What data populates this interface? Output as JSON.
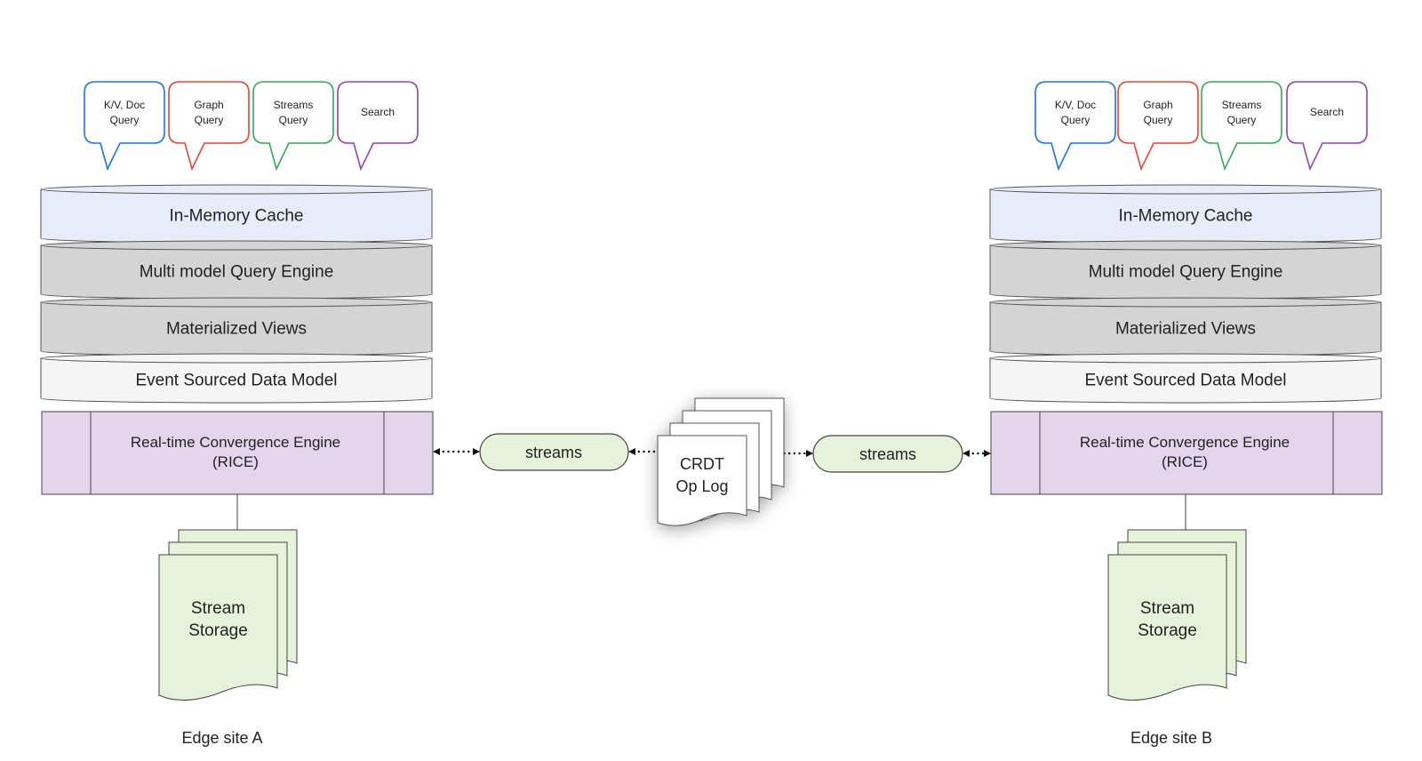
{
  "diagram": {
    "query_bubbles": [
      {
        "lines": [
          "K/V, Doc",
          "Query"
        ],
        "color": "#1a73e8"
      },
      {
        "lines": [
          "Graph",
          "Query"
        ],
        "color": "#ea4335"
      },
      {
        "lines": [
          "Streams",
          "Query"
        ],
        "color": "#34a853"
      },
      {
        "lines": [
          "Search"
        ],
        "color": "#8e44ad"
      }
    ],
    "layers": [
      {
        "label": "In-Memory Cache",
        "fill": "#e8ecf8"
      },
      {
        "label": "Multi model Query Engine",
        "fill": "#d4d4d4"
      },
      {
        "label": "Materialized Views",
        "fill": "#d4d4d4"
      },
      {
        "label": "Event Sourced Data Model",
        "fill": "#f5f5f5"
      }
    ],
    "engine": {
      "lines": [
        "Real-time Convergence Engine",
        "(RICE)"
      ],
      "fill": "#e3d6ec"
    },
    "storage": {
      "lines": [
        "Stream",
        "Storage"
      ],
      "fill": "#e6f2da"
    },
    "streams_left": "streams",
    "streams_right": "streams",
    "oplog": {
      "lines": [
        "CRDT",
        "Op Log"
      ]
    },
    "streams_fill": "#e6f2da",
    "sites": [
      "Edge site A",
      "Edge site B"
    ]
  }
}
